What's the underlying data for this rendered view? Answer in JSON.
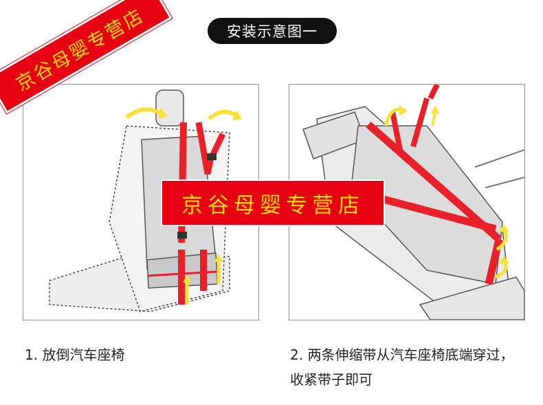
{
  "title": "安装示意图一",
  "watermark": {
    "corner_text": "京谷母婴专营店",
    "center_text": "京谷母婴专营店",
    "background_color": "#e60012",
    "text_color": "#ffdd00"
  },
  "steps": [
    {
      "caption": "1. 放倒汽车座椅",
      "illustration": "upright-seat-with-straps"
    },
    {
      "caption": "2. 两条伸缩带从汽车座椅底端穿过，收紧带子即可",
      "illustration": "reclined-seat-with-straps"
    }
  ],
  "colors": {
    "strap": "#e8202a",
    "arrow": "#f6e23a",
    "seat_outline": "#555555",
    "seat_fill": "#e6e6e6"
  }
}
